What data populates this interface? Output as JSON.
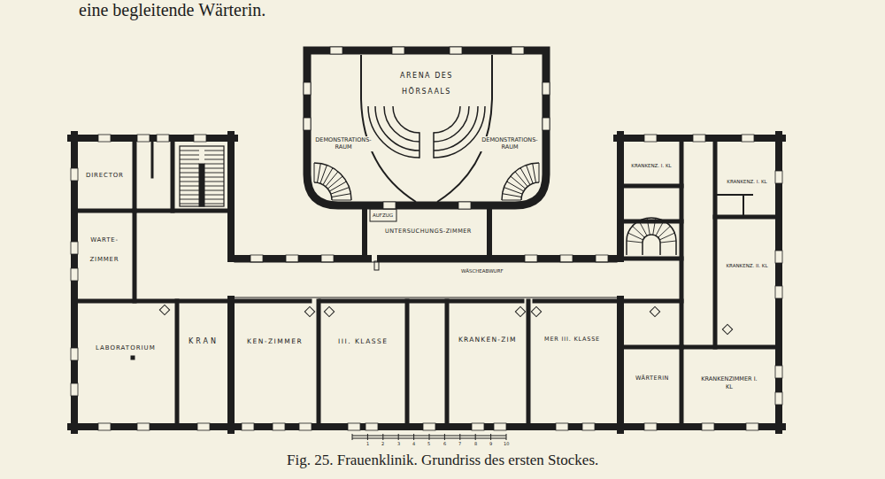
{
  "diagram": {
    "caption": "Fig. 25. Frauenklinik. Grundriss des ersten Stockes.",
    "labels": [
      "eine begleitende Wärterin.",
      "ARENA DES HÖRSAALS",
      "DEMONSTRATIONS- RAUM",
      "DEMONSTRATIONS- RAUM",
      "AUFZUG",
      "UNTERSUCHUNGS-ZIMMER",
      "WÄSCHEABWURF",
      "DIRECTOR",
      "WARTE- ZIMMER",
      "LABORATORIUM",
      "KRAN",
      "KEN-ZIMMER",
      "III. KLASSE",
      "KRANKEN-ZIM",
      "MER III. KLASSE",
      "KRANKENZ. I. KL",
      "KRANKENZ. I. KL",
      "KRANKENZ. II. KL",
      "WÄRTERIN",
      "KRANKENZIMMER I. KL",
      "1",
      "2",
      "3",
      "4",
      "5",
      "6",
      "7",
      "8",
      "9",
      "10"
    ]
  }
}
